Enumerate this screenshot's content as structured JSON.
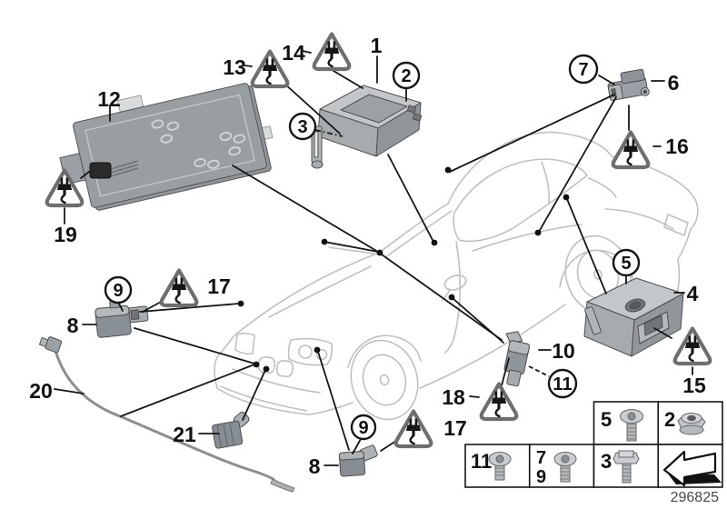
{
  "diagram_number": "296825",
  "colors": {
    "background": "#ffffff",
    "callout_line": "#161616",
    "car_outline": "#c0c0c0",
    "part_fill": "#9aa0a5",
    "warning_triangle": "#6e6e6e"
  },
  "labels": [
    {
      "text": "12"
    },
    {
      "text": "19"
    },
    {
      "text": "13"
    },
    {
      "text": "14"
    },
    {
      "text": "1"
    },
    {
      "text": "6"
    },
    {
      "text": "16"
    },
    {
      "text": "8"
    },
    {
      "text": "17"
    },
    {
      "text": "20"
    },
    {
      "text": "21"
    },
    {
      "text": "8"
    },
    {
      "text": "17"
    },
    {
      "text": "18"
    },
    {
      "text": "10"
    },
    {
      "text": "4"
    },
    {
      "text": "15"
    }
  ],
  "circled_labels": [
    {
      "text": "2"
    },
    {
      "text": "3"
    },
    {
      "text": "7"
    },
    {
      "text": "9"
    },
    {
      "text": "9"
    },
    {
      "text": "5"
    },
    {
      "text": "11"
    }
  ],
  "warning_triangles": {
    "icon": "electrical-plug-warning-triangle",
    "count": 8
  },
  "parts": {
    "control_module": "airbag-control-module",
    "rear_module": "rear-control-module",
    "seat_mat": "seat-occupancy-sensor-mat",
    "side_sensor": "impact-sensor",
    "door_sensor": "door-impact-sensor",
    "front_sensor": "front-impact-sensor",
    "cable": "impact-sensor-wire"
  },
  "legend": {
    "cells": [
      {
        "label": "5",
        "icon": "torx-screw-long"
      },
      {
        "label": "2",
        "icon": "flange-nut"
      },
      {
        "label": "11",
        "icon": "torx-screw-short"
      },
      {
        "label": "7",
        "label2": "9",
        "icon": "torx-screw-medium"
      },
      {
        "label": "3",
        "icon": "hex-flange-bolt"
      },
      {
        "label": "",
        "icon": "direction-arrow"
      }
    ]
  }
}
